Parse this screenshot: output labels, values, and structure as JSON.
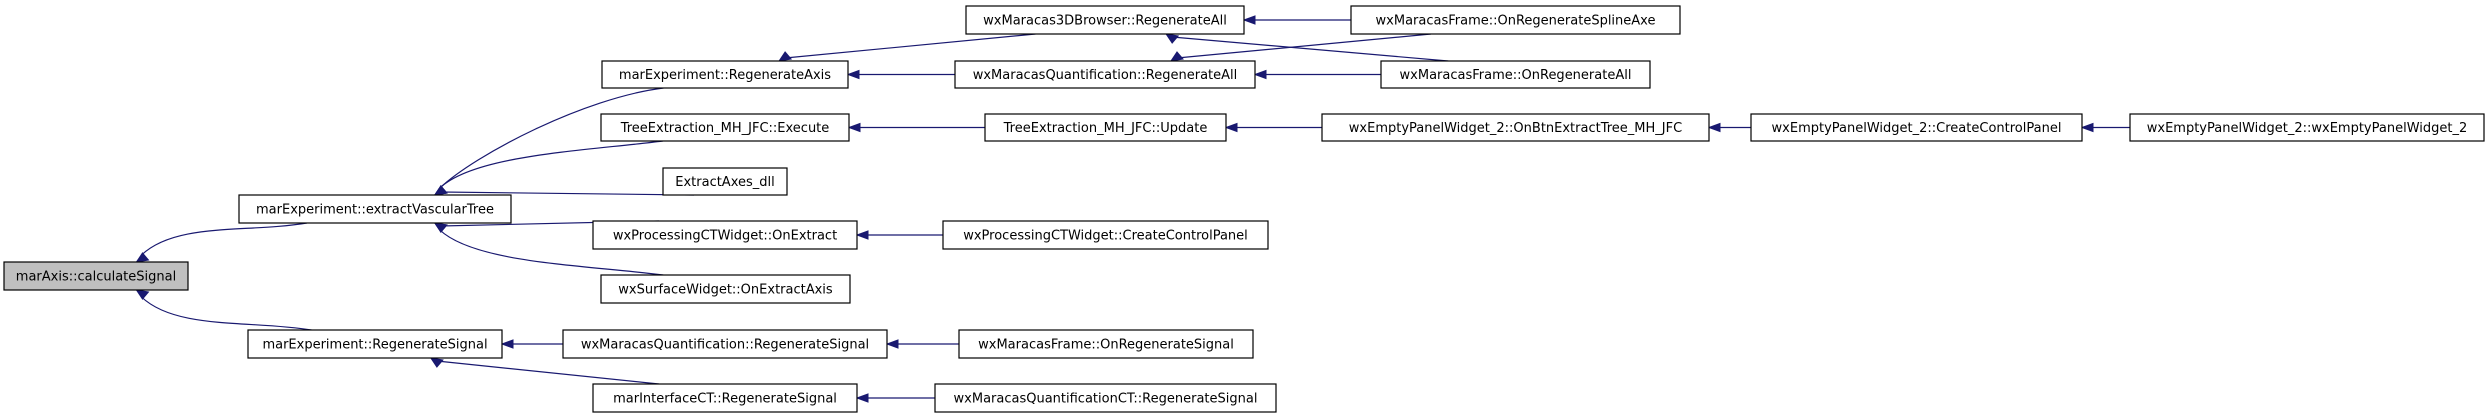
{
  "nodes": [
    {
      "id": "root",
      "label": "marAxis::calculateSignal",
      "root": true
    },
    {
      "id": "extractVascularTree",
      "label": "marExperiment::extractVascularTree"
    },
    {
      "id": "regenerateSignal",
      "label": "marExperiment::RegenerateSignal"
    },
    {
      "id": "regenerateAxis",
      "label": "marExperiment::RegenerateAxis"
    },
    {
      "id": "treeExecute",
      "label": "TreeExtraction_MH_JFC::Execute"
    },
    {
      "id": "extractAxesDll",
      "label": "ExtractAxes_dll"
    },
    {
      "id": "procOnExtract",
      "label": "wxProcessingCTWidget::OnExtract"
    },
    {
      "id": "surfOnExtractAxis",
      "label": "wxSurfaceWidget::OnExtractAxis"
    },
    {
      "id": "quantRegenSignal",
      "label": "wxMaracasQuantification::RegenerateSignal"
    },
    {
      "id": "ifaceRegenSignal",
      "label": "marInterfaceCT::RegenerateSignal"
    },
    {
      "id": "browserRegenAll",
      "label": "wxMaracas3DBrowser::RegenerateAll"
    },
    {
      "id": "quantRegenAll",
      "label": "wxMaracasQuantification::RegenerateAll"
    },
    {
      "id": "treeUpdate",
      "label": "TreeExtraction_MH_JFC::Update"
    },
    {
      "id": "procCreateCP",
      "label": "wxProcessingCTWidget::CreateControlPanel"
    },
    {
      "id": "frameOnRegenSignal",
      "label": "wxMaracasFrame::OnRegenerateSignal"
    },
    {
      "id": "quantCTRegenSignal",
      "label": "wxMaracasQuantificationCT::RegenerateSignal"
    },
    {
      "id": "frameOnRegenSpline",
      "label": "wxMaracasFrame::OnRegenerateSplineAxe"
    },
    {
      "id": "frameOnRegenAll",
      "label": "wxMaracasFrame::OnRegenerateAll"
    },
    {
      "id": "emptyOnBtn",
      "label": "wxEmptyPanelWidget_2::OnBtnExtractTree_MH_JFC"
    },
    {
      "id": "emptyCreateCP",
      "label": "wxEmptyPanelWidget_2::CreateControlPanel"
    },
    {
      "id": "emptyCtor",
      "label": "wxEmptyPanelWidget_2::wxEmptyPanelWidget_2"
    }
  ],
  "edges": [
    {
      "from": "extractVascularTree",
      "to": "root"
    },
    {
      "from": "regenerateSignal",
      "to": "root"
    },
    {
      "from": "regenerateAxis",
      "to": "extractVascularTree"
    },
    {
      "from": "treeExecute",
      "to": "extractVascularTree"
    },
    {
      "from": "extractAxesDll",
      "to": "extractVascularTree"
    },
    {
      "from": "procOnExtract",
      "to": "extractVascularTree"
    },
    {
      "from": "surfOnExtractAxis",
      "to": "extractVascularTree"
    },
    {
      "from": "quantRegenSignal",
      "to": "regenerateSignal"
    },
    {
      "from": "ifaceRegenSignal",
      "to": "regenerateSignal"
    },
    {
      "from": "browserRegenAll",
      "to": "regenerateAxis"
    },
    {
      "from": "quantRegenAll",
      "to": "regenerateAxis"
    },
    {
      "from": "treeUpdate",
      "to": "treeExecute"
    },
    {
      "from": "procCreateCP",
      "to": "procOnExtract"
    },
    {
      "from": "frameOnRegenSignal",
      "to": "quantRegenSignal"
    },
    {
      "from": "quantCTRegenSignal",
      "to": "ifaceRegenSignal"
    },
    {
      "from": "frameOnRegenSpline",
      "to": "browserRegenAll"
    },
    {
      "from": "frameOnRegenAll",
      "to": "browserRegenAll"
    },
    {
      "from": "frameOnRegenSpline",
      "to": "quantRegenAll"
    },
    {
      "from": "frameOnRegenAll",
      "to": "quantRegenAll"
    },
    {
      "from": "emptyOnBtn",
      "to": "treeUpdate"
    },
    {
      "from": "emptyCreateCP",
      "to": "emptyOnBtn"
    },
    {
      "from": "emptyCtor",
      "to": "emptyCreateCP"
    }
  ],
  "colors": {
    "edge": "#191970",
    "node_border": "#000000",
    "node_fill": "#ffffff",
    "root_fill": "#bfbfbf"
  }
}
